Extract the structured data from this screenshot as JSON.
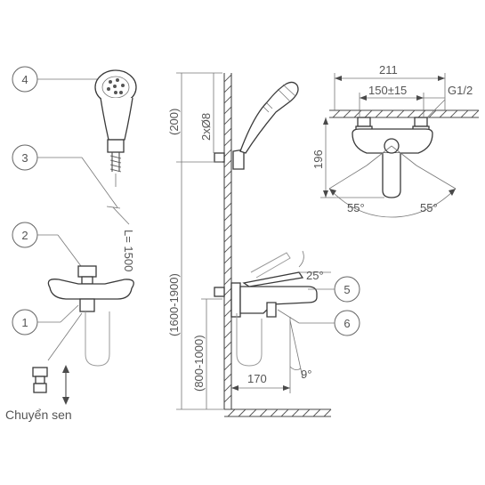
{
  "callouts": [
    {
      "id": "1"
    },
    {
      "id": "2"
    },
    {
      "id": "3"
    },
    {
      "id": "4"
    },
    {
      "id": "5"
    },
    {
      "id": "6"
    }
  ],
  "hose_length": "L= 1500",
  "diverter_caption": "Chuyển sen",
  "dimensions": {
    "top_spacing": "(200)",
    "screw_holes": "2xØ8",
    "bar_range": "(1600-1900)",
    "mixer_height": "(800-1000)",
    "spout_projection": "170",
    "spout_angle": "9°",
    "lever_angle": "25°",
    "width_overall": "211",
    "centres": "150±15",
    "thread": "G1/2",
    "depth": "196",
    "rotation_left": "55°",
    "rotation_right": "55°"
  }
}
